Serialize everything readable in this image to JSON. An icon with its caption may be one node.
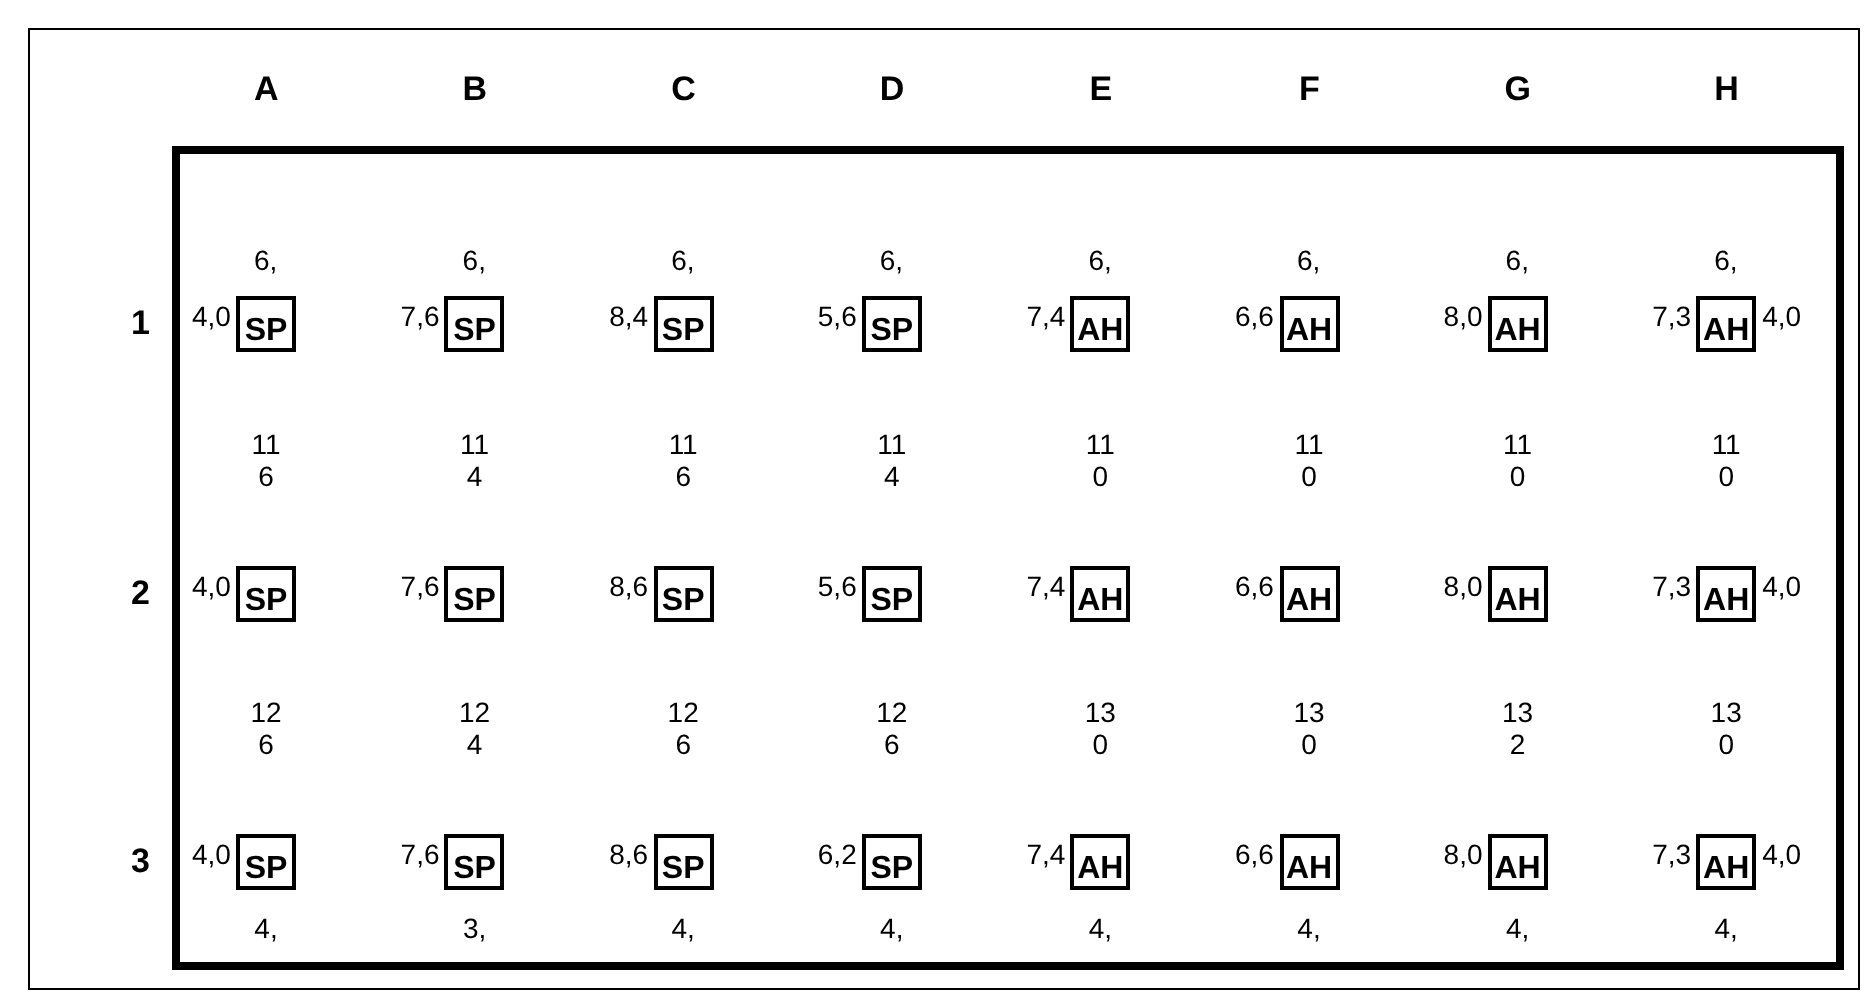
{
  "diagram": {
    "nodes": [
      {
        "text": [
          "SP"
        ]
      },
      {
        "text": [
          "SP"
        ]
      },
      {
        "text": [
          "SP"
        ]
      },
      {
        "text": [
          "SP"
        ]
      },
      {
        "text": [
          "AH"
        ]
      },
      {
        "text": [
          "AH"
        ]
      },
      {
        "text": [
          "AH"
        ]
      },
      {
        "text": [
          "AH"
        ]
      },
      {
        "text": [
          "SP"
        ]
      },
      {
        "text": [
          "SP"
        ]
      },
      {
        "text": [
          "SP"
        ]
      },
      {
        "text": [
          "SP"
        ]
      },
      {
        "text": [
          "AH"
        ]
      },
      {
        "text": [
          "AH"
        ]
      },
      {
        "text": [
          "AH"
        ]
      },
      {
        "text": [
          "AH"
        ]
      },
      {
        "text": [
          "SP"
        ]
      },
      {
        "text": [
          "SP"
        ]
      },
      {
        "text": [
          "SP"
        ]
      },
      {
        "text": [
          "SP"
        ]
      },
      {
        "text": [
          "AH"
        ]
      },
      {
        "text": [
          "AH"
        ]
      },
      {
        "text": [
          "AH"
        ]
      },
      {
        "text": [
          "AH"
        ]
      }
    ],
    "labels": [
      "A",
      "B",
      "C",
      "D",
      "E",
      "F",
      "G",
      "H",
      "6,",
      "6,",
      "6,",
      "6,",
      "6,",
      "6,",
      "6,",
      "6,",
      "1",
      "4,0",
      "7,6",
      "8,4",
      "5,6",
      "7,4",
      "6,6",
      "8,0",
      "7,3",
      "4,0",
      "11 6",
      "11 4",
      "11 6",
      "11 4",
      "11 0",
      "11 0",
      "11 0",
      "11 0",
      "2",
      "4,0",
      "7,6",
      "8,6",
      "5,6",
      "7,4",
      "6,6",
      "8,0",
      "7,3",
      "4,0",
      "12 6",
      "12 4",
      "12 6",
      "12 6",
      "13 0",
      "13 0",
      "13 2",
      "13 0",
      "3",
      "4,0",
      "7,6",
      "8,6",
      "6,2",
      "7,4",
      "6,6",
      "8,0",
      "7,3",
      "4,0",
      "4,",
      "3,",
      "4,",
      "4,",
      "4,",
      "4,",
      "4,",
      "4,"
    ]
  }
}
